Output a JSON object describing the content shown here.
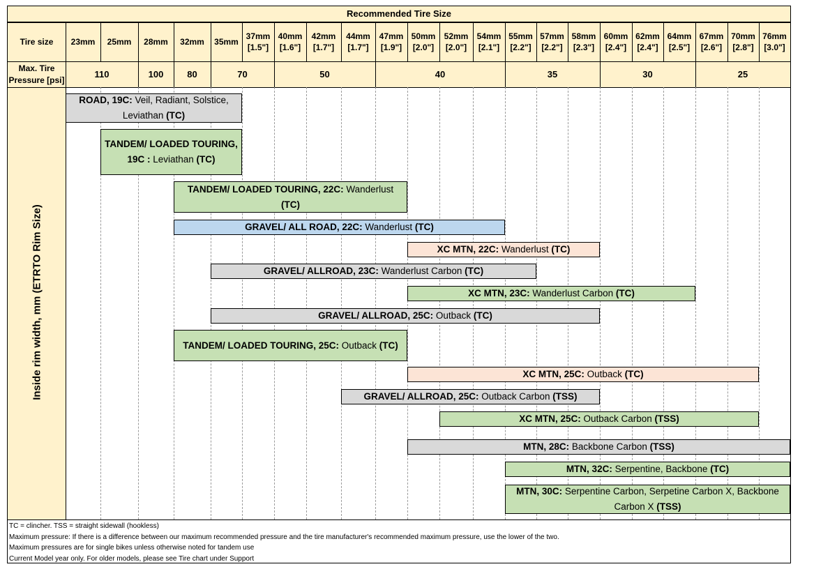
{
  "chart_data": {
    "type": "table",
    "title": "Recommended Tire Size",
    "tire_size_label": "Tire size",
    "pressure_label_line1": "Max. Tire",
    "pressure_label_line2": "Pressure [psi]",
    "y_axis_label": "Inside rim width, mm (ETRTO Rim Size)",
    "tire_sizes": [
      {
        "mm": "23mm",
        "in": ""
      },
      {
        "mm": "25mm",
        "in": ""
      },
      {
        "mm": "28mm",
        "in": ""
      },
      {
        "mm": "32mm",
        "in": ""
      },
      {
        "mm": "35mm",
        "in": ""
      },
      {
        "mm": "37mm",
        "in": "[1.5\"]"
      },
      {
        "mm": "40mm",
        "in": "[1.6\"]"
      },
      {
        "mm": "42mm",
        "in": "[1.7\"]"
      },
      {
        "mm": "44mm",
        "in": "[1.7\"]"
      },
      {
        "mm": "47mm",
        "in": "[1.9\"]"
      },
      {
        "mm": "50mm",
        "in": "[2.0\"]"
      },
      {
        "mm": "52mm",
        "in": "[2.0\"]"
      },
      {
        "mm": "54mm",
        "in": "[2.1\"]"
      },
      {
        "mm": "55mm",
        "in": "[2.2\"]"
      },
      {
        "mm": "57mm",
        "in": "[2.2\"]"
      },
      {
        "mm": "58mm",
        "in": "[2.3\"]"
      },
      {
        "mm": "60mm",
        "in": "[2.4\"]"
      },
      {
        "mm": "62mm",
        "in": "[2.4\"]"
      },
      {
        "mm": "64mm",
        "in": "[2.5\"]"
      },
      {
        "mm": "67mm",
        "in": "[2.6\"]"
      },
      {
        "mm": "70mm",
        "in": "[2.8\"]"
      },
      {
        "mm": "76mm",
        "in": "[3.0\"]"
      }
    ],
    "pressures": [
      {
        "value": "110",
        "from": 0,
        "to": 1
      },
      {
        "value": "100",
        "from": 2,
        "to": 2
      },
      {
        "value": "80",
        "from": 3,
        "to": 3
      },
      {
        "value": "70",
        "from": 4,
        "to": 5
      },
      {
        "value": "50",
        "from": 6,
        "to": 8
      },
      {
        "value": "40",
        "from": 9,
        "to": 12
      },
      {
        "value": "35",
        "from": 13,
        "to": 15
      },
      {
        "value": "30",
        "from": 16,
        "to": 18
      },
      {
        "value": "25",
        "from": 19,
        "to": 21
      }
    ],
    "rims": [
      {
        "bold": "ROAD, 19C:",
        "name": "Veil, Radiant, Solstice, Leviathan",
        "tag": "(TC)",
        "from": 0,
        "to": 4,
        "color": "#d9d9d9"
      },
      {
        "bold": "TANDEM/ LOADED TOURING, 19C :",
        "name": "Leviathan",
        "tag": "(TC)",
        "from": 1,
        "to": 4,
        "color": "#c6e0b4"
      },
      {
        "bold": "TANDEM/ LOADED TOURING, 22C:",
        "name": "Wanderlust",
        "tag": "(TC)",
        "from": 3,
        "to": 9,
        "color": "#c6e0b4"
      },
      {
        "bold": "GRAVEL/ ALL ROAD, 22C:",
        "name": "Wanderlust",
        "tag": "(TC)",
        "from": 3,
        "to": 12,
        "color": "#bdd7ee"
      },
      {
        "bold": "XC MTN, 22C:",
        "name": "Wanderlust",
        "tag": "(TC)",
        "from": 10,
        "to": 15,
        "color": "#fce4d6"
      },
      {
        "bold": "GRAVEL/ ALLROAD, 23C:",
        "name": "Wanderlust Carbon",
        "tag": "(TC)",
        "from": 4,
        "to": 13,
        "color": "#d9d9d9"
      },
      {
        "bold": "XC MTN, 23C:",
        "name": "Wanderlust Carbon",
        "tag": "(TC)",
        "from": 10,
        "to": 18,
        "color": "#c6e0b4"
      },
      {
        "bold": "GRAVEL/ ALLROAD, 25C:",
        "name": "Outback",
        "tag": "(TC)",
        "from": 4,
        "to": 15,
        "color": "#d9d9d9"
      },
      {
        "bold": "TANDEM/ LOADED TOURING, 25C:",
        "name": "Outback",
        "tag": "(TC)",
        "from": 3,
        "to": 9,
        "color": "#c6e0b4"
      },
      {
        "bold": "XC MTN, 25C:",
        "name": "Outback",
        "tag": "(TC)",
        "from": 10,
        "to": 20,
        "color": "#fce4d6"
      },
      {
        "bold": "GRAVEL/ ALLROAD, 25C:",
        "name": "Outback Carbon",
        "tag": "(TSS)",
        "from": 8,
        "to": 15,
        "color": "#d9d9d9"
      },
      {
        "bold": "XC MTN, 25C:",
        "name": "Outback  Carbon",
        "tag": "(TSS)",
        "from": 11,
        "to": 20,
        "color": "#c6e0b4"
      },
      {
        "bold": "MTN, 28C:",
        "name": "Backbone Carbon",
        "tag": "(TSS)",
        "from": 10,
        "to": 21,
        "color": "#d9d9d9"
      },
      {
        "bold": "MTN, 32C:",
        "name": "Serpentine, Backbone",
        "tag": "(TC)",
        "from": 13,
        "to": 21,
        "color": "#c6e0b4"
      },
      {
        "bold": "MTN, 30C:",
        "name": "Serpentine Carbon, Serpetine Carbon X, Backbone Carbon X",
        "tag": "(TSS)",
        "from": 13,
        "to": 21,
        "color": "#c6e0b4"
      }
    ],
    "grid": true
  },
  "notes": [
    "TC = clincher. TSS = straight sidewall (hookless)",
    "Maximum pressure: If there is a difference between our maximum recommended pressure and the tire manufacturer's recommended maximum pressure, use the lower of the two.",
    "Maximum pressures are for single bikes unless otherwise noted for tandem use",
    "Current Model year only. For older models, please see Tire chart under Support"
  ]
}
